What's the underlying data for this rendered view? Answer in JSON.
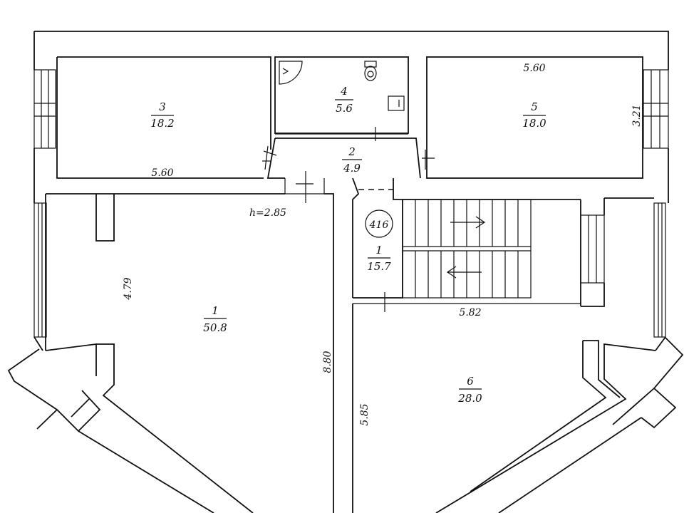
{
  "rooms": [
    {
      "number": "3",
      "area": "18.2"
    },
    {
      "number": "4",
      "area": "5.6"
    },
    {
      "number": "5",
      "area": "18.0"
    },
    {
      "number": "2",
      "area": "4.9"
    },
    {
      "number": "1",
      "area": "15.7"
    },
    {
      "number": "1",
      "area": "50.8"
    },
    {
      "number": "6",
      "area": "28.0"
    }
  ],
  "dimensions": {
    "room3_width": "5.60",
    "room5_width": "5.60",
    "room5_depth": "3.21",
    "ceiling_height": "h=2.85",
    "hall_depth": "4.79",
    "hall_length": "8.80",
    "room6_width": "5.82",
    "room6_depth": "5.85"
  },
  "marker": "416",
  "icons": [
    "toilet-icon",
    "sink-icon",
    "door-swing-icon",
    "stair-arrow-icon"
  ]
}
